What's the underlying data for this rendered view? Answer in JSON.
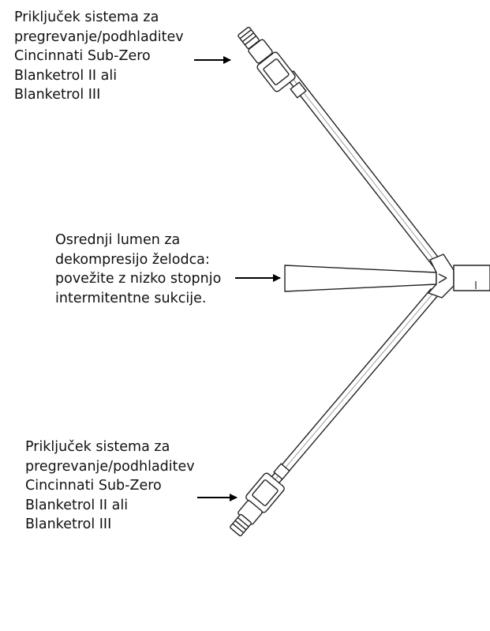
{
  "labels": {
    "top_connector": "Priključek sistema za\npregrevanje/podhladitev\nCincinnati Sub-Zero\nBlanketrol II ali\nBlanketrol III",
    "central_lumen": "Osrednji lumen za\ndekompresijo želodca:\npovežite z nizko stopnjo\nintermitentne sukcije.",
    "bottom_connector": "Priključek sistema za\npregrevanje/podhladitev\nCincinnati Sub-Zero\nBlanketrol II ali\nBlanketrol III"
  }
}
